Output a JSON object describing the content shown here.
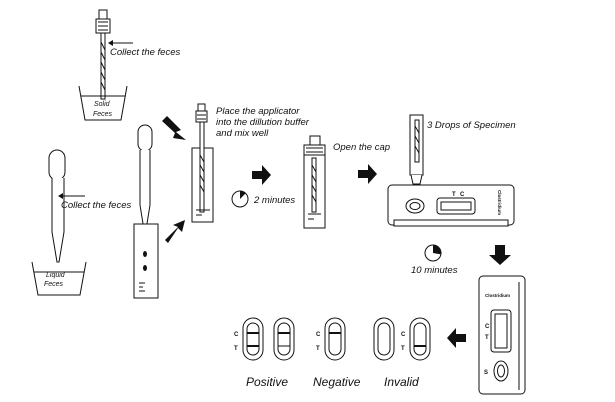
{
  "labels": {
    "collect_feces_top": "Collect the feces",
    "solid_feces_1": "Solid",
    "solid_feces_2": "Feces",
    "collect_feces_left": "Collect the feces",
    "liquid_feces_1": "Liquid",
    "liquid_feces_2": "Feces",
    "place_applicator_1": "Place the applicator",
    "place_applicator_2": "into the dillution buffer",
    "place_applicator_3": "and mix well",
    "wait_2_minutes": "2 minutes",
    "open_cap": "Open the cap",
    "three_drops": "3 Drops of Specimen",
    "wait_10_minutes": "10 minutes",
    "device_name": "Clostridium",
    "control_letter": "C",
    "test_letter": "T",
    "sample_letter": "S",
    "result_positive": "Positive",
    "result_negative": "Negative",
    "result_invalid": "Invalid"
  },
  "icons": {
    "arrow": "black-right-arrow",
    "timer": "clock-pie-icon"
  }
}
